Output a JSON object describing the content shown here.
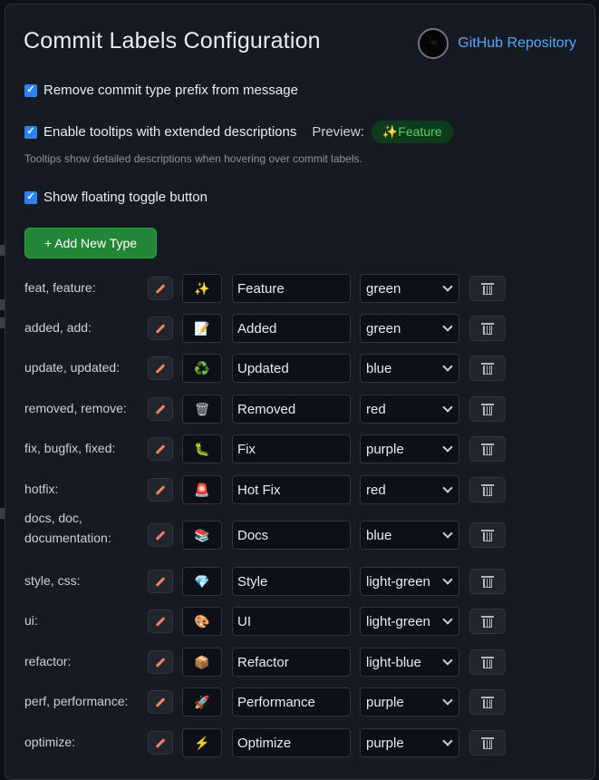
{
  "modal": {
    "title": "Commit Labels Configuration",
    "repo_link_label": "GitHub Repository"
  },
  "options": {
    "remove_prefix": {
      "label": "Remove commit type prefix from message",
      "checked": true
    },
    "tooltips": {
      "label": "Enable tooltips with extended descriptions",
      "checked": true,
      "preview_label": "Preview:",
      "preview_badge": "✨Feature",
      "hint": "Tooltips show detailed descriptions when hovering over commit labels."
    },
    "floating_toggle": {
      "label": "Show floating toggle button",
      "checked": true
    }
  },
  "add_button_label": "+ Add New Type",
  "types": [
    {
      "prefixes": "feat, feature:",
      "emoji": "✨",
      "name": "Feature",
      "color": "green"
    },
    {
      "prefixes": "added, add:",
      "emoji": "📝",
      "name": "Added",
      "color": "green"
    },
    {
      "prefixes": "update, updated:",
      "emoji": "♻️",
      "name": "Updated",
      "color": "blue"
    },
    {
      "prefixes": "removed, remove:",
      "emoji": "🗑",
      "name": "Removed",
      "color": "red"
    },
    {
      "prefixes": "fix, bugfix, fixed:",
      "emoji": "🐛",
      "name": "Fix",
      "color": "purple"
    },
    {
      "prefixes": "hotfix:",
      "emoji": "🚨",
      "name": "Hot Fix",
      "color": "red"
    },
    {
      "prefixes": "docs, doc, documentation:",
      "emoji": "📚",
      "name": "Docs",
      "color": "blue"
    },
    {
      "prefixes": "style, css:",
      "emoji": "💎",
      "name": "Style",
      "color": "light-green"
    },
    {
      "prefixes": "ui:",
      "emoji": "🎨",
      "name": "UI",
      "color": "light-green"
    },
    {
      "prefixes": "refactor:",
      "emoji": "📦",
      "name": "Refactor",
      "color": "light-blue"
    },
    {
      "prefixes": "perf, performance:",
      "emoji": "🚀",
      "name": "Performance",
      "color": "purple"
    },
    {
      "prefixes": "optimize:",
      "emoji": "⚡",
      "name": "Optimize",
      "color": "purple"
    }
  ]
}
